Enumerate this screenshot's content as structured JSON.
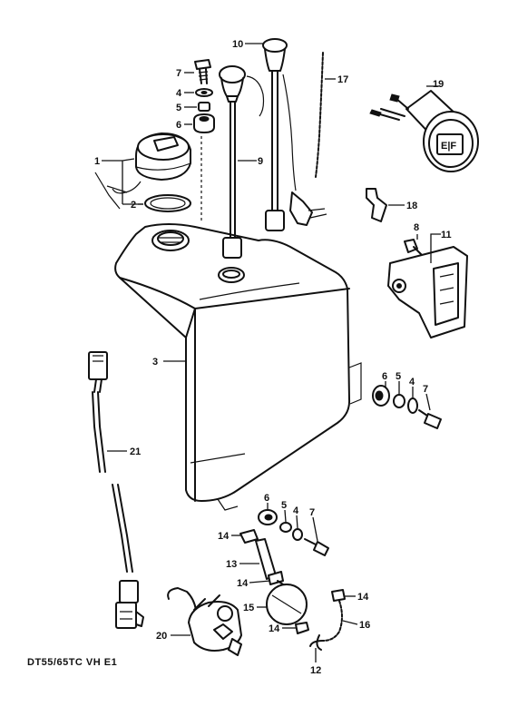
{
  "diagram": {
    "caption": "DT55/65TC VH E1",
    "callouts": [
      "1",
      "2",
      "3",
      "4",
      "5",
      "6",
      "7",
      "8",
      "9",
      "10",
      "11",
      "12",
      "13",
      "14",
      "15",
      "16",
      "17",
      "18",
      "19",
      "20",
      "21"
    ],
    "gauge_display": "E|F"
  }
}
